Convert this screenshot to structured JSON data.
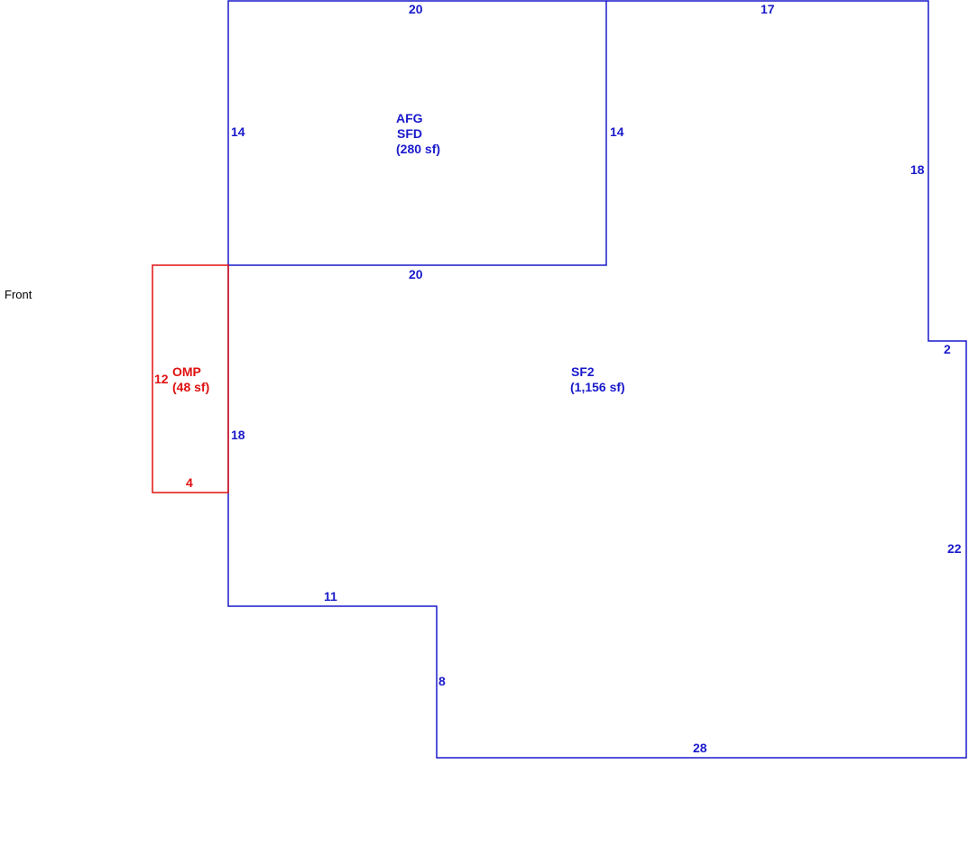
{
  "orientation_label": "Front",
  "colors": {
    "main": "#1a1acc",
    "porch": "#e01010",
    "front_label": "#000000"
  },
  "areas": {
    "afg": {
      "code": "AFG",
      "type": "SFD",
      "area": "(280 sf)"
    },
    "sf2": {
      "code": "SF2",
      "area": "(1,156 sf)"
    },
    "omp": {
      "code": "OMP",
      "area": "(48 sf)"
    }
  },
  "dimensions": {
    "afg_top": "20",
    "afg_left": "14",
    "afg_right": "14",
    "afg_bottom": "20",
    "sf2_top": "17",
    "sf2_right_upper": "18",
    "sf2_jog": "2",
    "sf2_right_lower": "22",
    "sf2_bottom": "28",
    "sf2_step_vertical": "8",
    "sf2_step_horizontal": "11",
    "sf2_left": "18",
    "omp_side": "12",
    "omp_bottom": "4"
  }
}
